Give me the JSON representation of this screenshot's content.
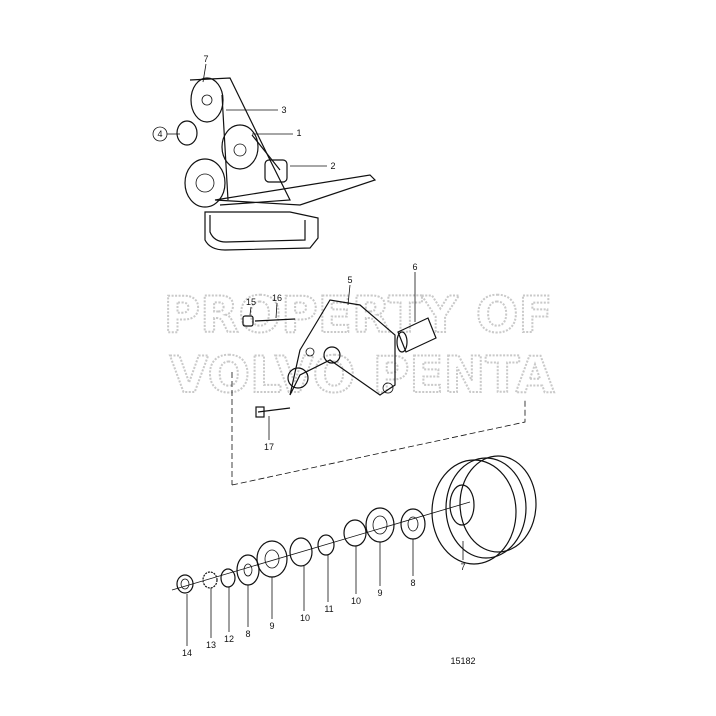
{
  "watermark": {
    "line1": "PROPERTY OF",
    "line2": "VOLVO PENTA"
  },
  "drawing_number": "15182",
  "overview_callouts": {
    "c7": "7",
    "c4": "4",
    "c3": "3",
    "c1": "1",
    "c2": "2"
  },
  "bracket_callouts": {
    "c5": "5",
    "c6": "6",
    "c15": "15",
    "c16": "16",
    "c17": "17"
  },
  "shaft_callouts": [
    "14",
    "13",
    "12",
    "8",
    "9",
    "10",
    "11",
    "10",
    "9",
    "8",
    "7"
  ]
}
